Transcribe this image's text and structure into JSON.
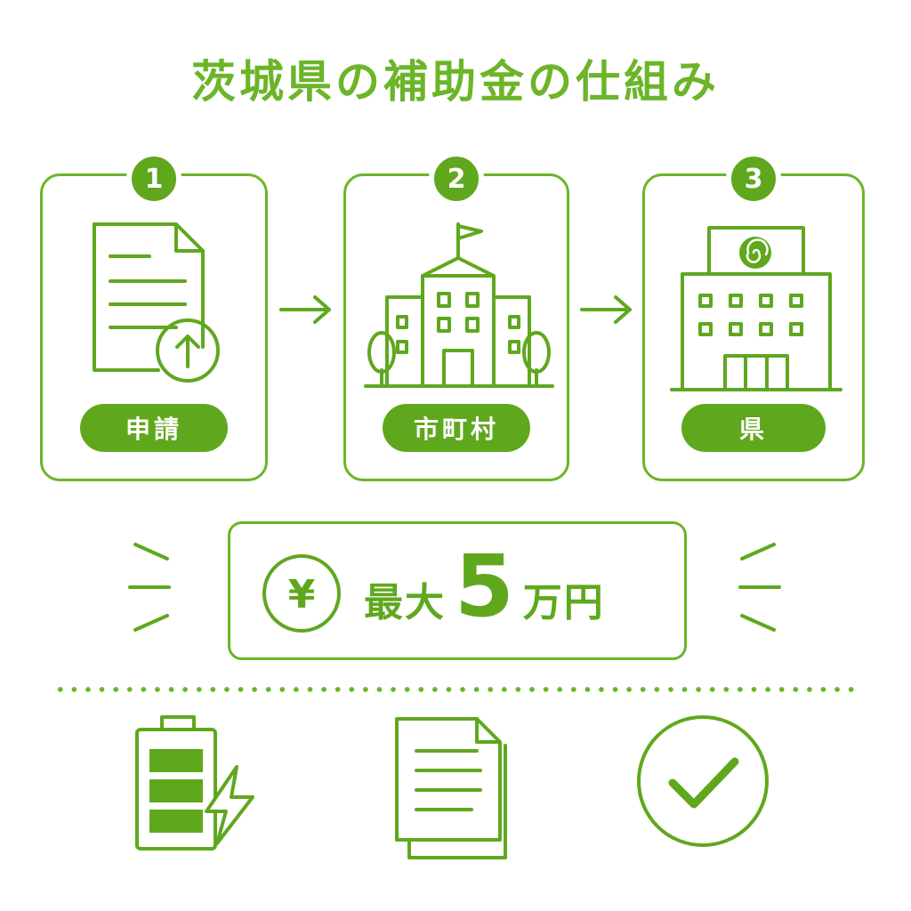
{
  "title": "茨城県の補助金の仕組み",
  "colors": {
    "primary": "#6bb528",
    "pill": "#5fa81e",
    "background": "#ffffff"
  },
  "steps": [
    {
      "number": "1",
      "label": "申請",
      "icon": "document-upload-icon"
    },
    {
      "number": "2",
      "label": "市町村",
      "icon": "school-building-icon"
    },
    {
      "number": "3",
      "label": "県",
      "icon": "government-building-icon"
    }
  ],
  "amount": {
    "currency_icon": "yen-icon",
    "prefix": "最大",
    "number": "5",
    "unit": "万円"
  },
  "bottom_icons": [
    "battery-charging-icon",
    "documents-icon",
    "check-circle-icon"
  ]
}
